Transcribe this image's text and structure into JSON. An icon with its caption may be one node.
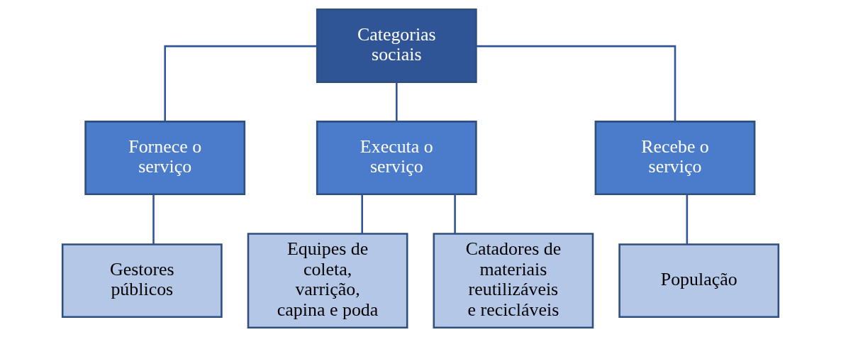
{
  "diagram": {
    "nodes": [
      {
        "text": [
          "Categorias sociais"
        ]
      },
      {
        "text": [
          "Fornece o serviço"
        ]
      },
      {
        "text": [
          "Executa o serviço"
        ]
      },
      {
        "text": [
          "Recebe o serviço"
        ]
      },
      {
        "text": [
          "Gestores públicos"
        ]
      },
      {
        "text": [
          "Equipes de coleta, varrição, capina e poda"
        ]
      },
      {
        "text": [
          "Catadores de materiais reutilizáveis e recicláveis"
        ]
      },
      {
        "text": [
          "População"
        ]
      }
    ],
    "edges": [
      {
        "from": 0,
        "to": 1,
        "arrow": "none"
      },
      {
        "from": 0,
        "to": 2,
        "arrow": "none"
      },
      {
        "from": 0,
        "to": 3,
        "arrow": "none"
      },
      {
        "from": 1,
        "to": 4,
        "arrow": "none"
      },
      {
        "from": 2,
        "to": 5,
        "arrow": "none"
      },
      {
        "from": 2,
        "to": 6,
        "arrow": "none"
      },
      {
        "from": 3,
        "to": 7,
        "arrow": "none"
      }
    ]
  }
}
